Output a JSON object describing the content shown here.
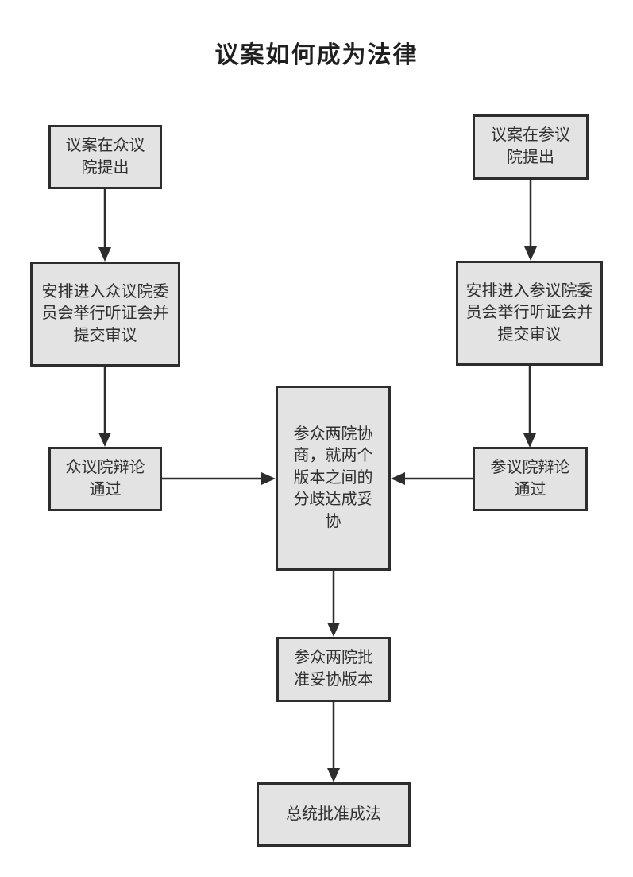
{
  "page": {
    "title": "议案如何成为法律"
  },
  "colors": {
    "background": "#ffffff",
    "box_fill": "#e3e3e3",
    "box_border": "#2d2d2d",
    "arrow": "#2d2d2d",
    "text": "#2f2f2f"
  },
  "nodes": {
    "house_intro": {
      "label": "议案在众议\n院提出"
    },
    "house_committee": {
      "label": "安排进入众议院委\n员会举行听证会并\n提交审议"
    },
    "house_debate": {
      "label": "众议院辩论\n通过"
    },
    "senate_intro": {
      "label": "议案在参议\n院提出"
    },
    "senate_committee": {
      "label": "安排进入参议院委\n员会举行听证会并\n提交审议"
    },
    "senate_debate": {
      "label": "参议院辩论\n通过"
    },
    "conference": {
      "label": "参众两院协\n商，就两个\n版本之间的\n分歧达成妥\n协"
    },
    "approve_version": {
      "label": "参众两院批\n准妥协版本"
    },
    "president_sign": {
      "label": "总统批准成法"
    }
  },
  "edges": [
    {
      "from": "house_intro",
      "to": "house_committee"
    },
    {
      "from": "house_committee",
      "to": "house_debate"
    },
    {
      "from": "house_debate",
      "to": "conference"
    },
    {
      "from": "senate_intro",
      "to": "senate_committee"
    },
    {
      "from": "senate_committee",
      "to": "senate_debate"
    },
    {
      "from": "senate_debate",
      "to": "conference"
    },
    {
      "from": "conference",
      "to": "approve_version"
    },
    {
      "from": "approve_version",
      "to": "president_sign"
    }
  ]
}
